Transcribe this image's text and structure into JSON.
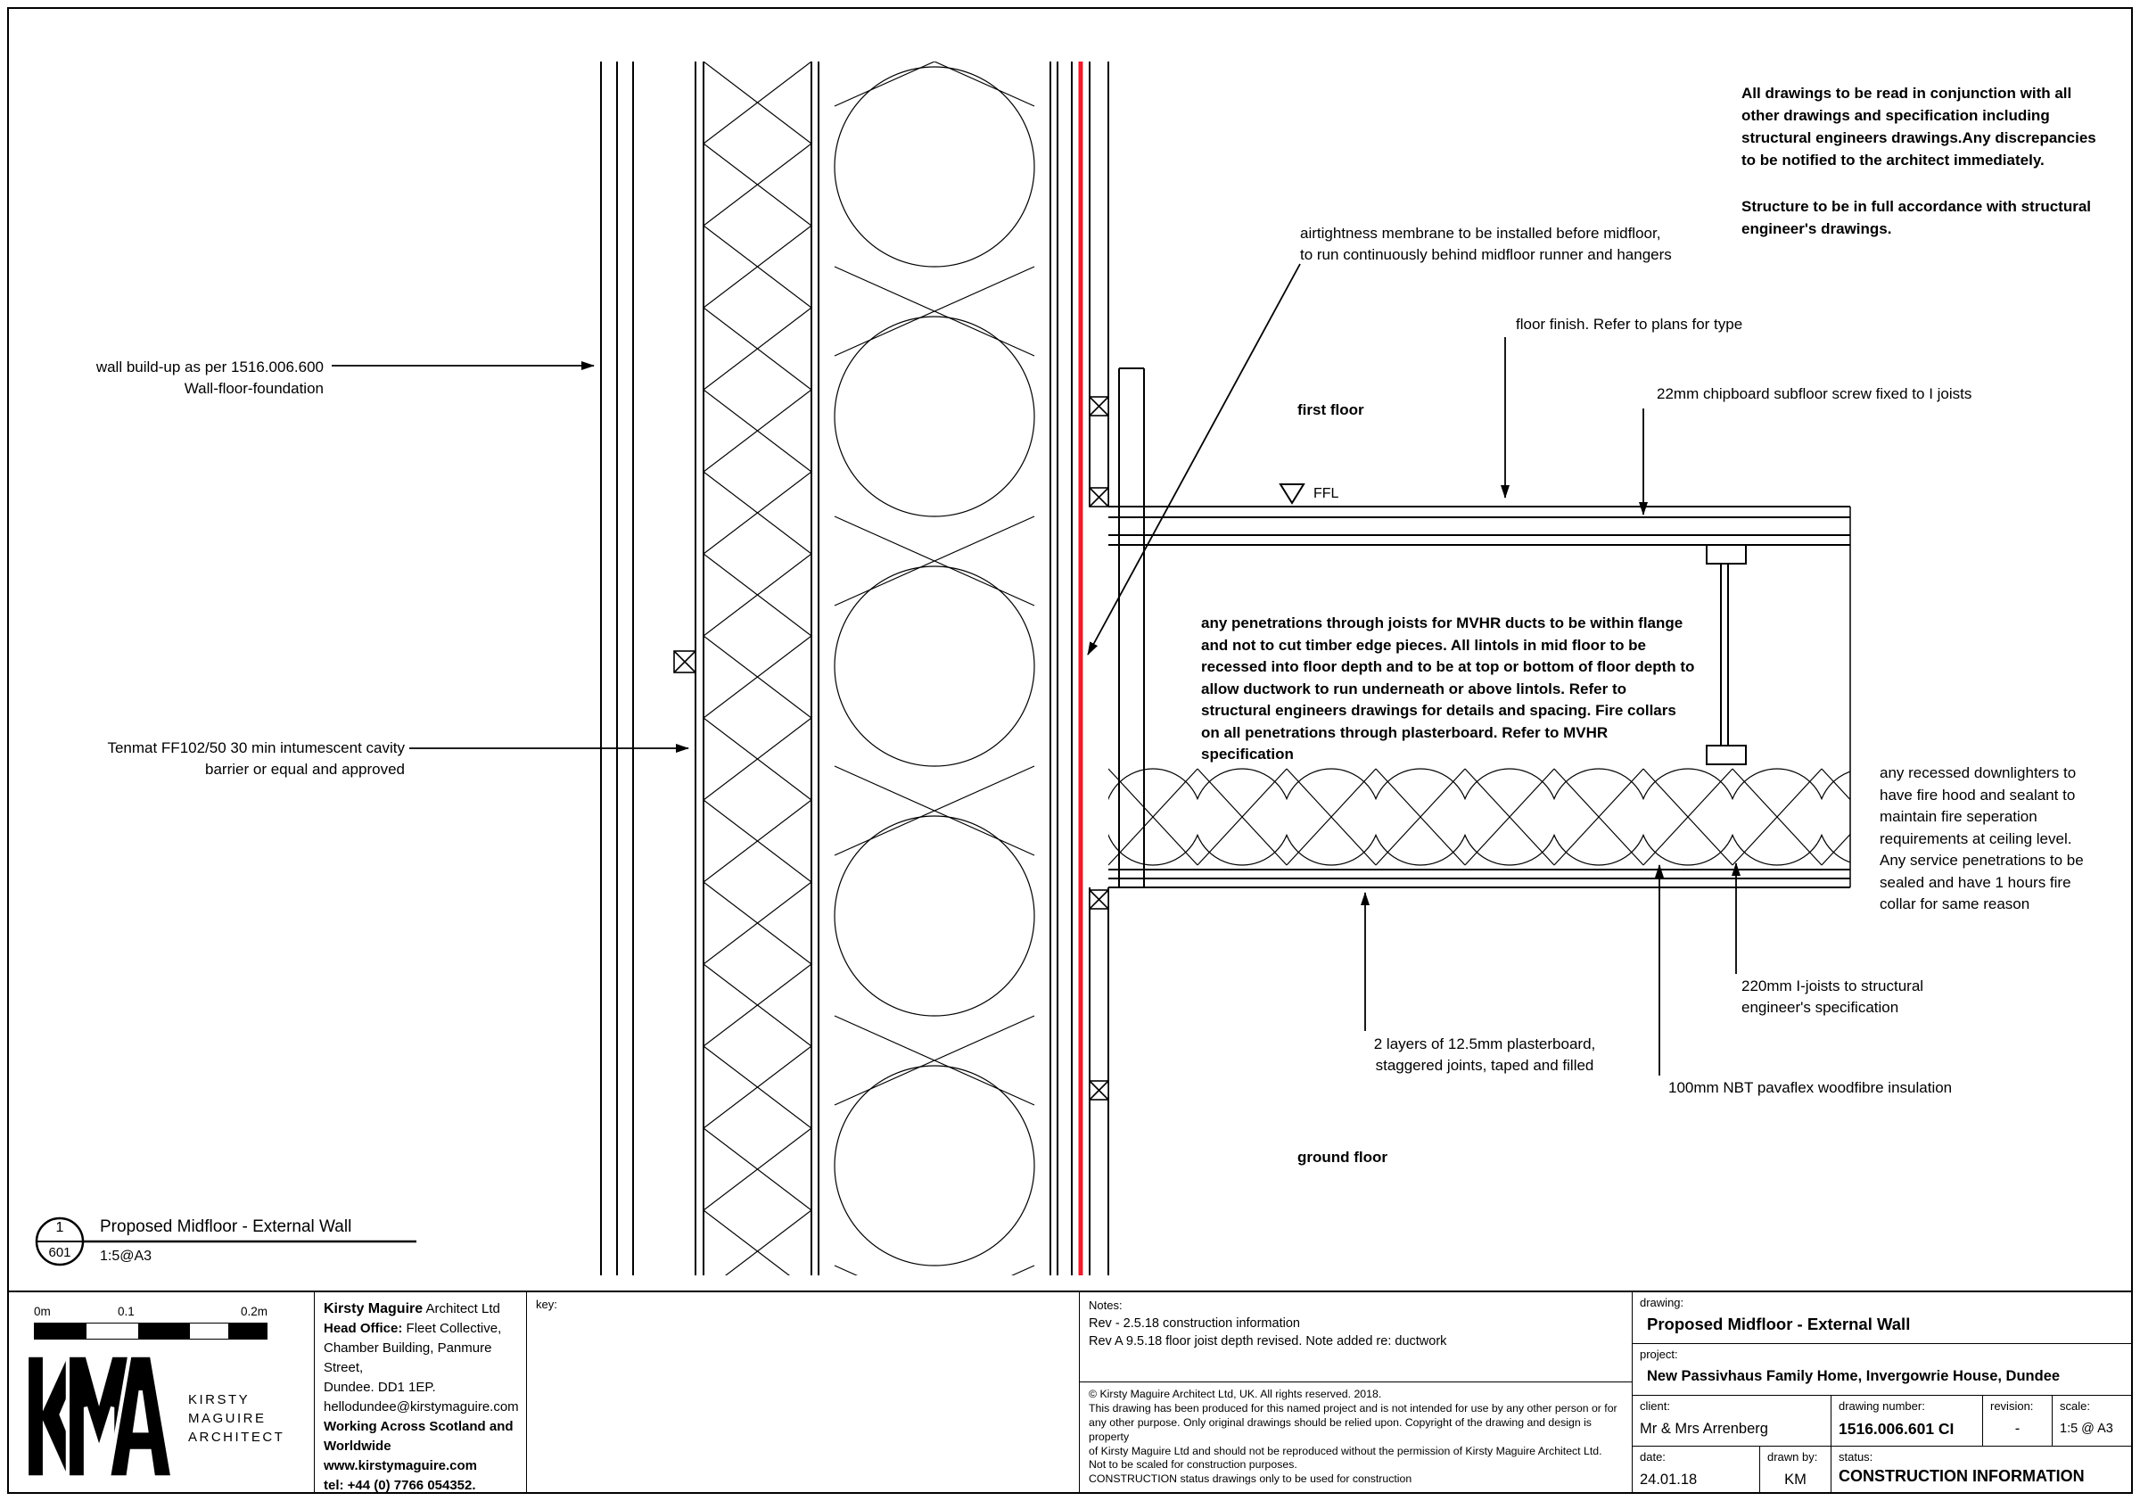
{
  "drawing_area": {
    "notes": {
      "general_1": "All drawings to be read in conjunction with all other drawings and specification including structural engineers drawings.Any discrepancies to be notified to the architect immediately.",
      "general_2": "Structure to be in full accordance with structural engineer's drawings.",
      "wall_buildup_line1": "wall build-up as per 1516.006.600",
      "wall_buildup_line2": "Wall-floor-foundation",
      "tenmat_line1": "Tenmat FF102/50 30 min intumescent cavity",
      "tenmat_line2": "barrier or equal and approved",
      "airtightness_line1": "airtightness membrane to be installed before midfloor,",
      "airtightness_line2": "to run continuously behind midfloor runner and hangers",
      "floor_finish": "floor finish. Refer to plans for type",
      "chipboard": "22mm chipboard subfloor screw fixed to I joists",
      "first_floor": "first floor",
      "ffl": "FFL",
      "mvhr": "any penetrations through joists for MVHR ducts to be within flange and not to cut timber edge pieces. All lintols in mid floor to be recessed into floor depth and to be at top or bottom of floor depth to allow ductwork to run underneath or above lintols. Refer to structural engineers drawings for details and spacing. Fire collars on all penetrations through plasterboard. Refer to MVHR specification",
      "downlighters": "any recessed downlighters to have fire hood and sealant to maintain fire seperation requirements at ceiling level. Any service penetrations to be sealed and have 1 hours fire collar for same reason",
      "ijoists": "220mm I-joists to structural engineer's specification",
      "pavaflex": "100mm NBT pavaflex woodfibre insulation",
      "plasterboard_line1": "2 layers of 12.5mm plasterboard,",
      "plasterboard_line2": "staggered joints, taped and filled",
      "ground_floor": "ground floor"
    },
    "ref": {
      "number": "1",
      "sheet": "601",
      "title": "Proposed Midfloor - External Wall",
      "scale": "1:5@A3"
    }
  },
  "scale_bar": {
    "label_0": "0m",
    "label_mid": "0.1",
    "label_end": "0.2m"
  },
  "logo": {
    "line1": "KIRSTY",
    "line2": "MAGUIRE",
    "line3": "ARCHITECT"
  },
  "title_block": {
    "architect": {
      "name_bold": "Kirsty Maguire",
      "name_rest": " Architect Ltd",
      "head_office_label": "Head Office:",
      "head_office_rest": " Fleet Collective,",
      "address_2": "Chamber Building, Panmure Street,",
      "address_3": "Dundee. DD1 1EP.",
      "email": "hellodundee@kirstymaguire.com",
      "tagline_1": "Working Across Scotland and",
      "tagline_2": "Worldwide",
      "website": "www.kirstymaguire.com",
      "tel": "tel: +44 (0) 7766 054352."
    },
    "key_label": "key:",
    "notes_label": "Notes:",
    "rev_line_1": "Rev -  2.5.18 construction information",
    "rev_line_2": "Rev A  9.5.18 floor joist depth revised. Note added re: ductwork",
    "copyright": [
      "© Kirsty Maguire Architect Ltd, UK. All rights reserved. 2018.",
      "This drawing has been produced for this named project and is not intended for use by any other person or for",
      "any other purpose. Only original drawings should be relied upon. Copyright of the drawing and design is property",
      "of Kirsty Maguire Ltd and should not be reproduced without the permission of Kirsty Maguire Architect Ltd.",
      "Not to be scaled for construction purposes.",
      "CONSTRUCTION status drawings only to be used for construction"
    ],
    "drawing_label": "drawing:",
    "drawing_title": "Proposed Midfloor - External Wall",
    "project_label": "project:",
    "project_value": "New Passivhaus Family Home, Invergowrie House, Dundee",
    "client_label": "client:",
    "client_value": "Mr & Mrs Arrenberg",
    "number_label": "drawing number:",
    "number_value": "1516.006.601 CI",
    "revision_label": "revision:",
    "revision_value": "-",
    "scale_label": "scale:",
    "scale_value": "1:5 @ A3",
    "date_label": "date:",
    "date_value": "24.01.18",
    "drawn_label": "drawn by:",
    "drawn_value": "KM",
    "status_label": "status:",
    "status_value": "CONSTRUCTION INFORMATION"
  },
  "colors": {
    "membrane": "#ec1c2d",
    "line": "#000000"
  }
}
